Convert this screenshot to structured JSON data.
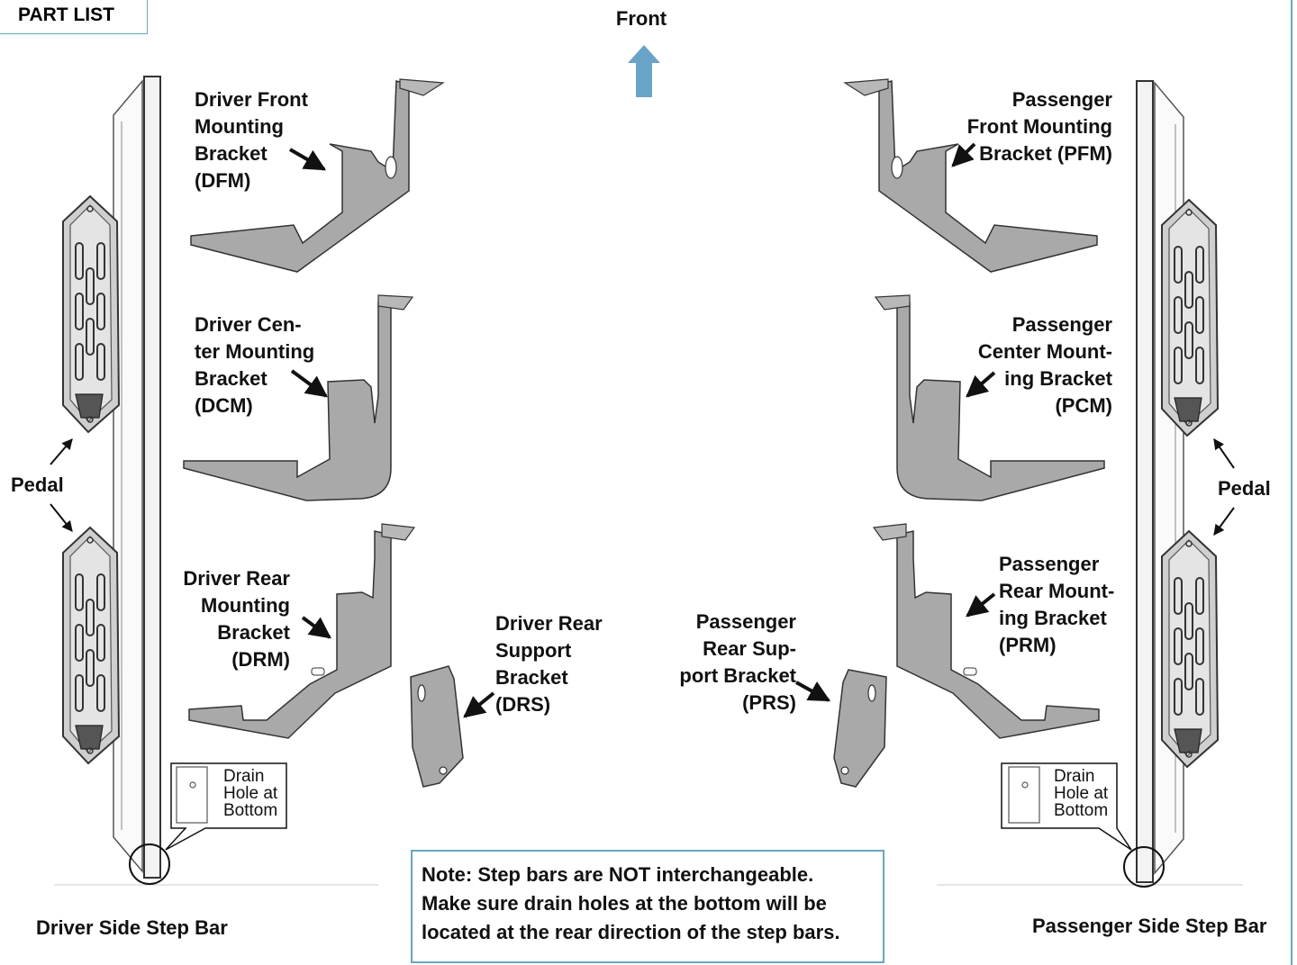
{
  "header": {
    "part_list": "PART LIST",
    "front_label": "Front"
  },
  "colors": {
    "accent_border": "#6aa6bf",
    "front_arrow": "#6aa3c8",
    "bracket_fill": "#a9a9a9",
    "pedal_fill": "#cfcfcf"
  },
  "labels": {
    "dfm": "Driver Front\nMounting\nBracket\n(DFM)",
    "dcm": "Driver Cen-\nter Mounting\nBracket\n(DCM)",
    "drm": "Driver Rear\nMounting\nBracket\n(DRM)",
    "drs": "Driver Rear\nSupport\nBracket\n(DRS)",
    "pfm": "Passenger\nFront Mounting\nBracket (PFM)",
    "pcm": "Passenger\nCenter Mount-\ning Bracket\n(PCM)",
    "prm": "Passenger\nRear Mount-\ning Bracket\n(PRM)",
    "prs": "Passenger\nRear Sup-\nport Bracket\n(PRS)",
    "pedal_left": "Pedal",
    "pedal_right": "Pedal",
    "drain_left": "Drain\nHole at\nBottom",
    "drain_right": "Drain\nHole at\nBottom",
    "driver_bar": "Driver Side Step Bar",
    "passenger_bar": "Passenger Side Step Bar"
  },
  "note": {
    "text": "Note: Step bars are NOT interchangeable.\nMake sure drain holes at the bottom will be\nlocated at the rear direction of the step bars."
  }
}
